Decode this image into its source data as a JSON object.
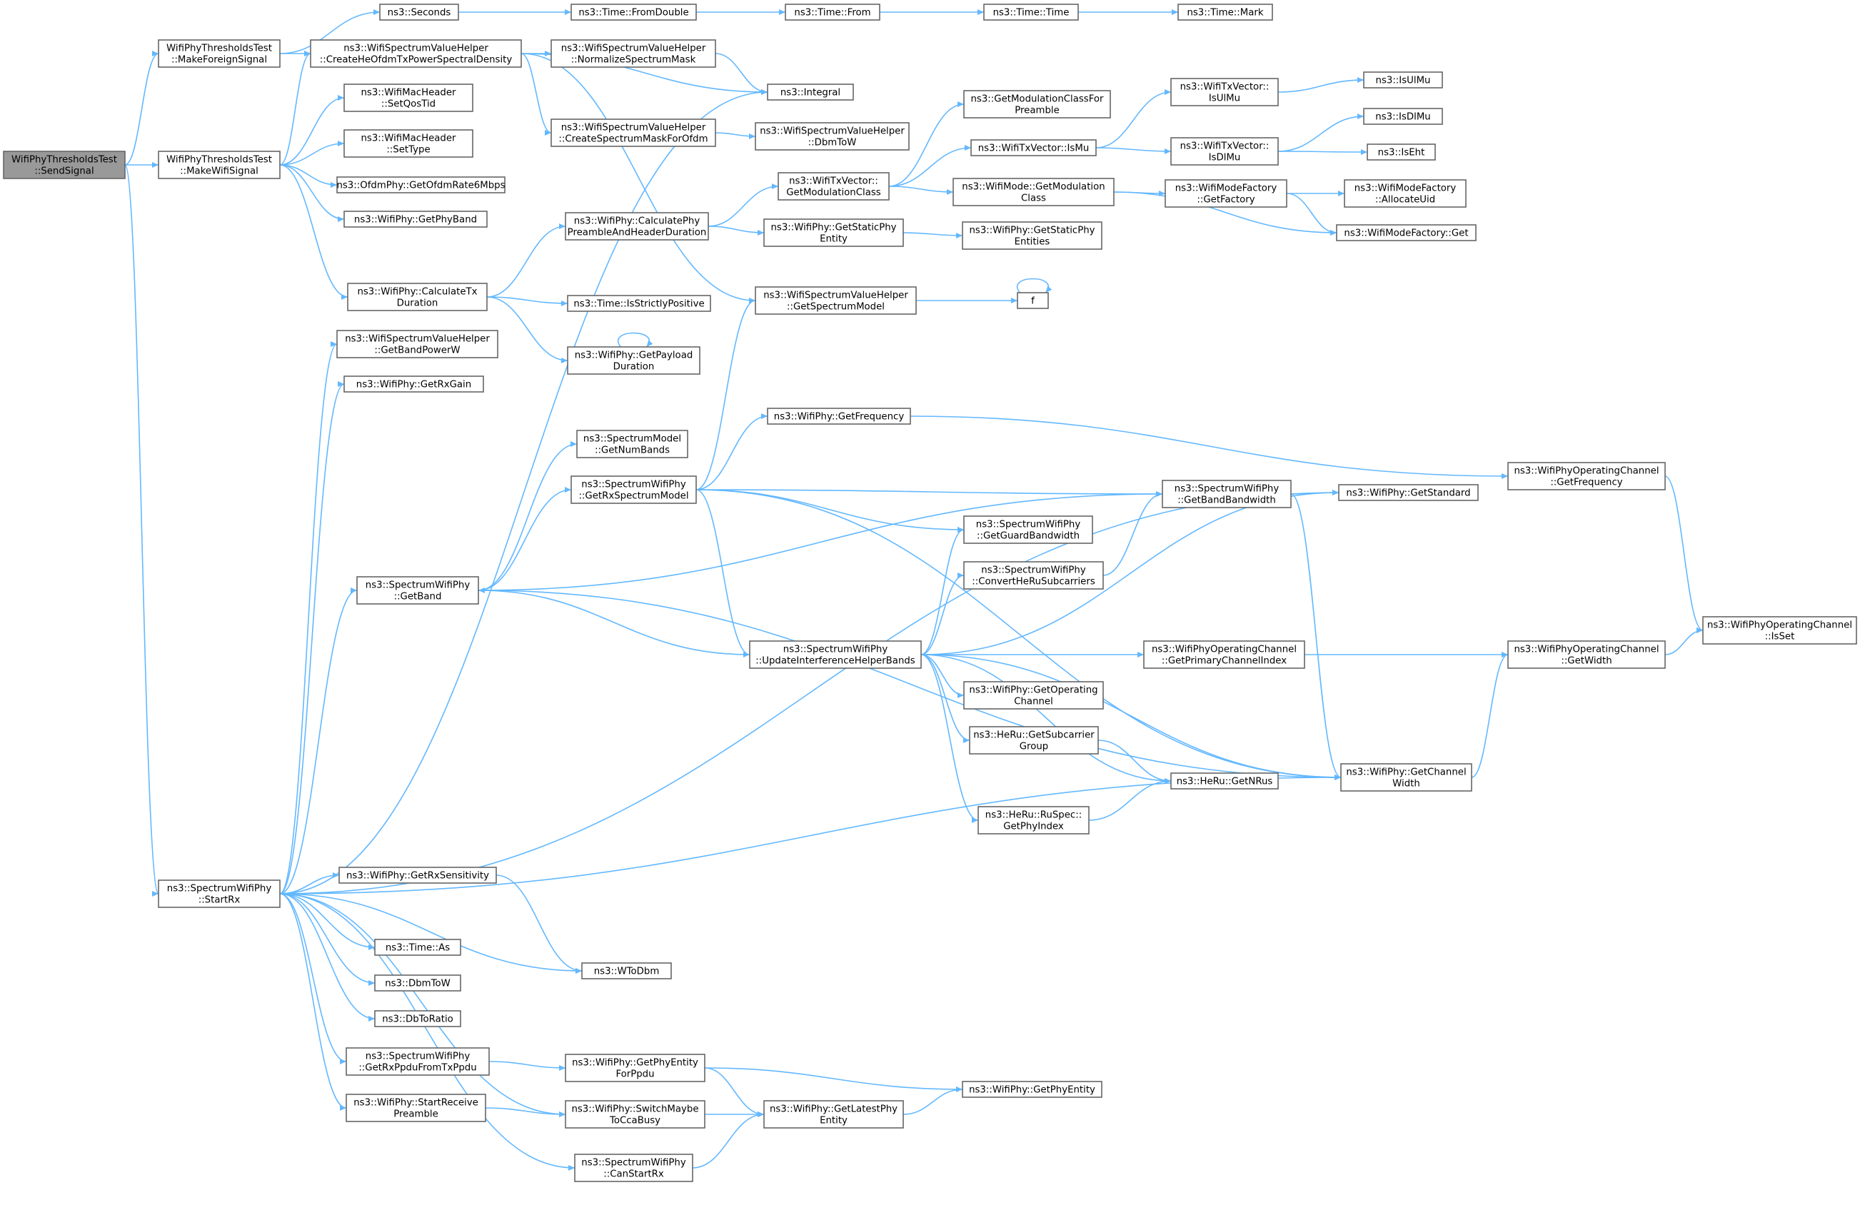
{
  "nodes": [
    {
      "id": "n1",
      "lines": [
        "WifiPhyThresholdsTest",
        "::SendSignal"
      ],
      "root": true
    },
    {
      "id": "n2",
      "lines": [
        "WifiPhyThresholdsTest",
        "::MakeForeignSignal"
      ]
    },
    {
      "id": "n3",
      "lines": [
        "WifiPhyThresholdsTest",
        "::MakeWifiSignal"
      ]
    },
    {
      "id": "n4",
      "lines": [
        "ns3::SpectrumWifiPhy",
        "::StartRx"
      ]
    },
    {
      "id": "n5",
      "lines": [
        "ns3::Seconds"
      ]
    },
    {
      "id": "n6",
      "lines": [
        "ns3::WifiSpectrumValueHelper",
        "::CreateHeOfdmTxPowerSpectralDensity"
      ]
    },
    {
      "id": "n7",
      "lines": [
        "ns3::WifiMacHeader",
        "::SetQosTid"
      ]
    },
    {
      "id": "n8",
      "lines": [
        "ns3::WifiMacHeader",
        "::SetType"
      ]
    },
    {
      "id": "n9",
      "lines": [
        "ns3::OfdmPhy::GetOfdmRate6Mbps"
      ]
    },
    {
      "id": "n10",
      "lines": [
        "ns3::WifiPhy::GetPhyBand"
      ]
    },
    {
      "id": "n11",
      "lines": [
        "ns3::WifiPhy::CalculateTx",
        "Duration"
      ]
    },
    {
      "id": "n12",
      "lines": [
        "ns3::WifiSpectrumValueHelper",
        "::GetBandPowerW"
      ]
    },
    {
      "id": "n13",
      "lines": [
        "ns3::WifiPhy::GetRxGain"
      ]
    },
    {
      "id": "n14",
      "lines": [
        "ns3::SpectrumWifiPhy",
        "::GetBand"
      ]
    },
    {
      "id": "n15",
      "lines": [
        "ns3::WifiPhy::GetRxSensitivity"
      ]
    },
    {
      "id": "n16",
      "lines": [
        "ns3::Time::As"
      ]
    },
    {
      "id": "n17",
      "lines": [
        "ns3::DbmToW"
      ]
    },
    {
      "id": "n18",
      "lines": [
        "ns3::DbToRatio"
      ]
    },
    {
      "id": "n19",
      "lines": [
        "ns3::SpectrumWifiPhy",
        "::GetRxPpduFromTxPpdu"
      ]
    },
    {
      "id": "n20",
      "lines": [
        "ns3::WifiPhy::StartReceive",
        "Preamble"
      ]
    },
    {
      "id": "n21",
      "lines": [
        "ns3::Time::FromDouble"
      ]
    },
    {
      "id": "n22",
      "lines": [
        "ns3::Time::From"
      ]
    },
    {
      "id": "n23",
      "lines": [
        "ns3::Time::Time"
      ]
    },
    {
      "id": "n24",
      "lines": [
        "ns3::Time::Mark"
      ]
    },
    {
      "id": "n25",
      "lines": [
        "ns3::WifiSpectrumValueHelper",
        "::NormalizeSpectrumMask"
      ]
    },
    {
      "id": "n26",
      "lines": [
        "ns3::Integral"
      ]
    },
    {
      "id": "n27",
      "lines": [
        "ns3::WifiSpectrumValueHelper",
        "::CreateSpectrumMaskForOfdm"
      ]
    },
    {
      "id": "n28",
      "lines": [
        "ns3::WifiSpectrumValueHelper",
        "::DbmToW"
      ]
    },
    {
      "id": "n29",
      "lines": [
        "ns3::WifiSpectrumValueHelper",
        "::GetSpectrumModel"
      ]
    },
    {
      "id": "n30",
      "lines": [
        "ns3::WifiPhy::CalculatePhy",
        "PreambleAndHeaderDuration"
      ]
    },
    {
      "id": "n31",
      "lines": [
        "ns3::Time::IsStrictlyPositive"
      ]
    },
    {
      "id": "n32",
      "lines": [
        "ns3::WifiPhy::GetPayload",
        "Duration"
      ]
    },
    {
      "id": "n33",
      "lines": [
        "ns3::SpectrumModel",
        "::GetNumBands"
      ]
    },
    {
      "id": "n34",
      "lines": [
        "ns3::SpectrumWifiPhy",
        "::GetRxSpectrumModel"
      ]
    },
    {
      "id": "n35",
      "lines": [
        "ns3::SpectrumWifiPhy",
        "::UpdateInterferenceHelperBands"
      ]
    },
    {
      "id": "n36",
      "lines": [
        "ns3::WToDbm"
      ]
    },
    {
      "id": "n37",
      "lines": [
        "ns3::WifiPhy::GetPhyEntity",
        "ForPpdu"
      ]
    },
    {
      "id": "n38",
      "lines": [
        "ns3::WifiPhy::SwitchMaybe",
        "ToCcaBusy"
      ]
    },
    {
      "id": "n39",
      "lines": [
        "ns3::SpectrumWifiPhy",
        "::CanStartRx"
      ]
    },
    {
      "id": "n40",
      "lines": [
        "ns3::WifiTxVector::",
        "GetModulationClass"
      ]
    },
    {
      "id": "n41",
      "lines": [
        "ns3::WifiPhy::GetStaticPhy",
        "Entity"
      ]
    },
    {
      "id": "n42",
      "lines": [
        "f"
      ]
    },
    {
      "id": "n43",
      "lines": [
        "ns3::WifiPhy::GetFrequency"
      ]
    },
    {
      "id": "n44",
      "lines": [
        "ns3::WifiPhy::GetLatestPhy",
        "Entity"
      ]
    },
    {
      "id": "n45",
      "lines": [
        "ns3::GetModulationClassFor",
        "Preamble"
      ]
    },
    {
      "id": "n46",
      "lines": [
        "ns3::WifiTxVector::IsMu"
      ]
    },
    {
      "id": "n47",
      "lines": [
        "ns3::WifiMode::GetModulation",
        "Class"
      ]
    },
    {
      "id": "n48",
      "lines": [
        "ns3::WifiPhy::GetStaticPhy",
        "Entities"
      ]
    },
    {
      "id": "n49",
      "lines": [
        "ns3::SpectrumWifiPhy",
        "::GetGuardBandwidth"
      ]
    },
    {
      "id": "n50",
      "lines": [
        "ns3::SpectrumWifiPhy",
        "::ConvertHeRuSubcarriers"
      ]
    },
    {
      "id": "n51",
      "lines": [
        "ns3::WifiPhy::GetOperating",
        "Channel"
      ]
    },
    {
      "id": "n52",
      "lines": [
        "ns3::HeRu::GetSubcarrier",
        "Group"
      ]
    },
    {
      "id": "n53",
      "lines": [
        "ns3::HeRu::RuSpec::",
        "GetPhyIndex"
      ]
    },
    {
      "id": "n54",
      "lines": [
        "ns3::WifiPhy::GetPhyEntity"
      ]
    },
    {
      "id": "n55",
      "lines": [
        "ns3::WifiTxVector::",
        "IsUlMu"
      ]
    },
    {
      "id": "n56",
      "lines": [
        "ns3::WifiTxVector::",
        "IsDlMu"
      ]
    },
    {
      "id": "n57",
      "lines": [
        "ns3::WifiModeFactory",
        "::GetFactory"
      ]
    },
    {
      "id": "n58",
      "lines": [
        "ns3::SpectrumWifiPhy",
        "::GetBandBandwidth"
      ]
    },
    {
      "id": "n59",
      "lines": [
        "ns3::WifiPhyOperatingChannel",
        "::GetPrimaryChannelIndex"
      ]
    },
    {
      "id": "n60",
      "lines": [
        "ns3::HeRu::GetNRus"
      ]
    },
    {
      "id": "n61",
      "lines": [
        "ns3::IsUlMu"
      ]
    },
    {
      "id": "n62",
      "lines": [
        "ns3::IsDlMu"
      ]
    },
    {
      "id": "n63",
      "lines": [
        "ns3::IsEht"
      ]
    },
    {
      "id": "n64",
      "lines": [
        "ns3::WifiModeFactory",
        "::AllocateUid"
      ]
    },
    {
      "id": "n65",
      "lines": [
        "ns3::WifiModeFactory::Get"
      ]
    },
    {
      "id": "n66",
      "lines": [
        "ns3::WifiPhy::GetStandard"
      ]
    },
    {
      "id": "n67",
      "lines": [
        "ns3::WifiPhy::GetChannel",
        "Width"
      ]
    },
    {
      "id": "n68",
      "lines": [
        "ns3::WifiPhyOperatingChannel",
        "::GetFrequency"
      ]
    },
    {
      "id": "n69",
      "lines": [
        "ns3::WifiPhyOperatingChannel",
        "::GetWidth"
      ]
    },
    {
      "id": "n70",
      "lines": [
        "ns3::WifiPhyOperatingChannel",
        "::IsSet"
      ]
    }
  ],
  "edges": [
    [
      "n1",
      "n2"
    ],
    [
      "n1",
      "n3"
    ],
    [
      "n1",
      "n4"
    ],
    [
      "n2",
      "n5"
    ],
    [
      "n2",
      "n6"
    ],
    [
      "n3",
      "n6"
    ],
    [
      "n3",
      "n7"
    ],
    [
      "n3",
      "n8"
    ],
    [
      "n3",
      "n9"
    ],
    [
      "n3",
      "n10"
    ],
    [
      "n3",
      "n11"
    ],
    [
      "n5",
      "n21"
    ],
    [
      "n21",
      "n22"
    ],
    [
      "n22",
      "n23"
    ],
    [
      "n23",
      "n24"
    ],
    [
      "n6",
      "n25"
    ],
    [
      "n6",
      "n26"
    ],
    [
      "n6",
      "n27"
    ],
    [
      "n6",
      "n29"
    ],
    [
      "n25",
      "n26"
    ],
    [
      "n27",
      "n28"
    ],
    [
      "n11",
      "n30"
    ],
    [
      "n11",
      "n31"
    ],
    [
      "n11",
      "n32"
    ],
    [
      "n32",
      "n32"
    ],
    [
      "n30",
      "n40"
    ],
    [
      "n30",
      "n41"
    ],
    [
      "n41",
      "n48"
    ],
    [
      "n40",
      "n45"
    ],
    [
      "n40",
      "n46"
    ],
    [
      "n40",
      "n47"
    ],
    [
      "n46",
      "n55"
    ],
    [
      "n46",
      "n56"
    ],
    [
      "n55",
      "n61"
    ],
    [
      "n56",
      "n62"
    ],
    [
      "n56",
      "n63"
    ],
    [
      "n47",
      "n57"
    ],
    [
      "n47",
      "n65"
    ],
    [
      "n57",
      "n64"
    ],
    [
      "n57",
      "n65"
    ],
    [
      "n29",
      "n42"
    ],
    [
      "n42",
      "n42"
    ],
    [
      "n4",
      "n26"
    ],
    [
      "n4",
      "n12"
    ],
    [
      "n4",
      "n13"
    ],
    [
      "n4",
      "n66"
    ],
    [
      "n4",
      "n14"
    ],
    [
      "n4",
      "n15"
    ],
    [
      "n4",
      "n36"
    ],
    [
      "n4",
      "n16"
    ],
    [
      "n4",
      "n17"
    ],
    [
      "n4",
      "n18"
    ],
    [
      "n4",
      "n19"
    ],
    [
      "n4",
      "n20"
    ],
    [
      "n4",
      "n38"
    ],
    [
      "n4",
      "n39"
    ],
    [
      "n4",
      "n67"
    ],
    [
      "n14",
      "n33"
    ],
    [
      "n14",
      "n34"
    ],
    [
      "n14",
      "n58"
    ],
    [
      "n14",
      "n67"
    ],
    [
      "n34",
      "n29"
    ],
    [
      "n34",
      "n43"
    ],
    [
      "n34",
      "n58"
    ],
    [
      "n34",
      "n49"
    ],
    [
      "n34",
      "n67"
    ],
    [
      "n34",
      "n35"
    ],
    [
      "n35",
      "n14"
    ],
    [
      "n35",
      "n49"
    ],
    [
      "n35",
      "n50"
    ],
    [
      "n35",
      "n66"
    ],
    [
      "n35",
      "n59"
    ],
    [
      "n35",
      "n51"
    ],
    [
      "n35",
      "n52"
    ],
    [
      "n35",
      "n60"
    ],
    [
      "n35",
      "n53"
    ],
    [
      "n35",
      "n67"
    ],
    [
      "n43",
      "n68"
    ],
    [
      "n68",
      "n70"
    ],
    [
      "n58",
      "n66"
    ],
    [
      "n58",
      "n67"
    ],
    [
      "n50",
      "n58"
    ],
    [
      "n52",
      "n60"
    ],
    [
      "n53",
      "n60"
    ],
    [
      "n59",
      "n69"
    ],
    [
      "n69",
      "n70"
    ],
    [
      "n67",
      "n69"
    ],
    [
      "n15",
      "n36"
    ],
    [
      "n19",
      "n37"
    ],
    [
      "n37",
      "n54"
    ],
    [
      "n37",
      "n44"
    ],
    [
      "n20",
      "n38"
    ],
    [
      "n38",
      "n44"
    ],
    [
      "n39",
      "n44"
    ],
    [
      "n44",
      "n54"
    ]
  ]
}
